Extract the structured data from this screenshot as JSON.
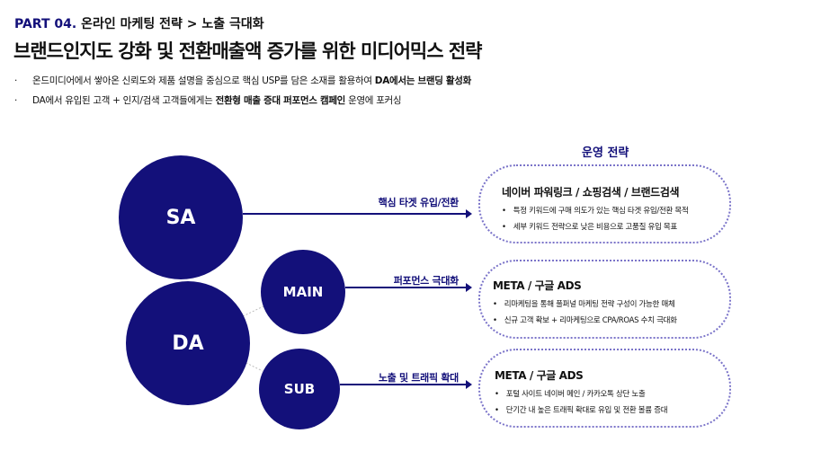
{
  "header": {
    "part": "PART 04.",
    "breadcrumb": "온라인 마케팅 전략 > 노출 극대화",
    "title": "브랜드인지도 강화 및 전환매출액 증가를 위한 미디어믹스 전략"
  },
  "bullets": [
    {
      "normal": "온드미디어에서 쌓아온 신뢰도와 제품 설명을 중심으로 핵심 USP를 담은 소재를 활용하여 ",
      "bold": "DA에서는 브랜딩 활성화",
      "after": ""
    },
    {
      "normal": "DA에서 유입된 고객 + 인지/검색 고객들에게는 ",
      "bold": "전환형 매출 증대 퍼포먼스 캠페인",
      "after": " 운영에 포커싱"
    }
  ],
  "bullet_mark": "·",
  "diagram": {
    "circles": {
      "sa": "SA",
      "da": "DA",
      "main": "MAIN",
      "sub": "SUB"
    },
    "strategy_heading": "운영 전략",
    "arrows": [
      "핵심 타겟 유입/전환",
      "퍼포먼스 극대화",
      "노출 및 트래픽 확대"
    ],
    "boxes": [
      {
        "title": "네이버 파워링크 / 쇼핑검색 / 브랜드검색",
        "items": [
          "특정 키워드에 구매 의도가 있는 핵심 타겟 유입/전환 목적",
          "세부 키워드 전략으로 낮은 비용으로 고품질 유입 목표"
        ]
      },
      {
        "title": "META / 구글 ADS",
        "items": [
          "리마케팅을 통해 풀퍼널 마케팅 전략 구성이 가능한 매체",
          "신규 고객 확보 + 리마케팅으로 CPA/ROAS 수치 극대화"
        ]
      },
      {
        "title": "META / 구글 ADS",
        "items": [
          "포털 사이트 네이버 메인 / 카카오톡 상단 노출",
          "단기간 내 높은 트래픽 확대로 유입 및 전환 볼륨 증대"
        ]
      }
    ]
  },
  "colors": {
    "accent": "#13107a"
  }
}
